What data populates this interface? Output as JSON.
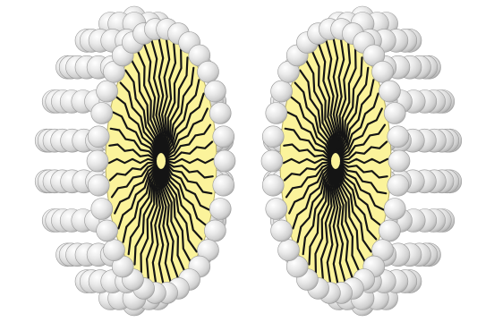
{
  "illustration": {
    "subject": "micelle-cross-section",
    "halves": [
      {
        "name": "left-micelle-half",
        "cut_face": "right"
      },
      {
        "name": "right-micelle-half",
        "cut_face": "left"
      }
    ],
    "colors": {
      "background": "#ffffff",
      "sphere_light": "#ffffff",
      "sphere_mid": "#e9e9e9",
      "sphere_dark": "#a8a8a8",
      "sphere_outline": "#9a9a9a",
      "core_fill": "#fbf39b",
      "core_outline": "#b9b06a",
      "tail_color": "#141414"
    }
  }
}
